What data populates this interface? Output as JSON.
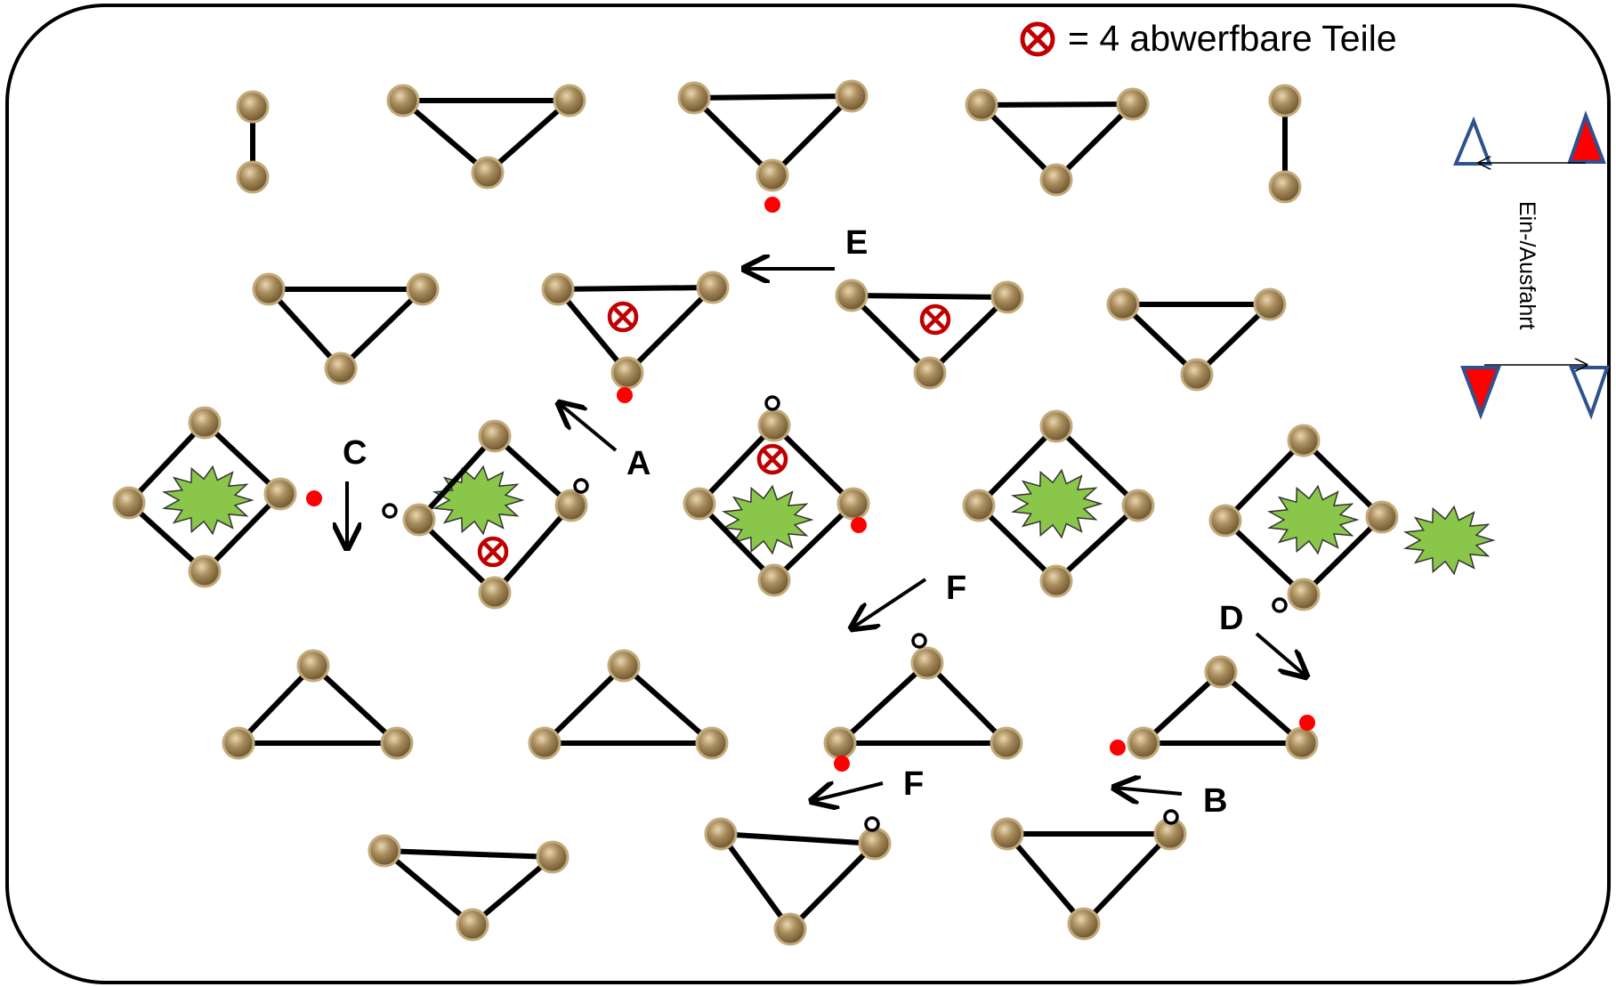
{
  "legend": {
    "symbol_icon": "cross-circle-icon",
    "text": "= 4 abwerfbare Teile"
  },
  "gate": {
    "label": "Ein-/Ausfahrt"
  },
  "arrow_labels": {
    "A": "A",
    "B": "B",
    "C": "C",
    "D": "D",
    "E": "E",
    "F1": "F",
    "F2": "F"
  },
  "colors": {
    "frame": "#000000",
    "bead_fill": "#a48a5c",
    "bead_ring": "#c2ab7c",
    "bush_fill": "#8ac64a",
    "red_dot": "#ff0000",
    "cross_circle": "#c00000",
    "cone_outline": "#2f528f",
    "cone_fill": "#ff0000"
  }
}
